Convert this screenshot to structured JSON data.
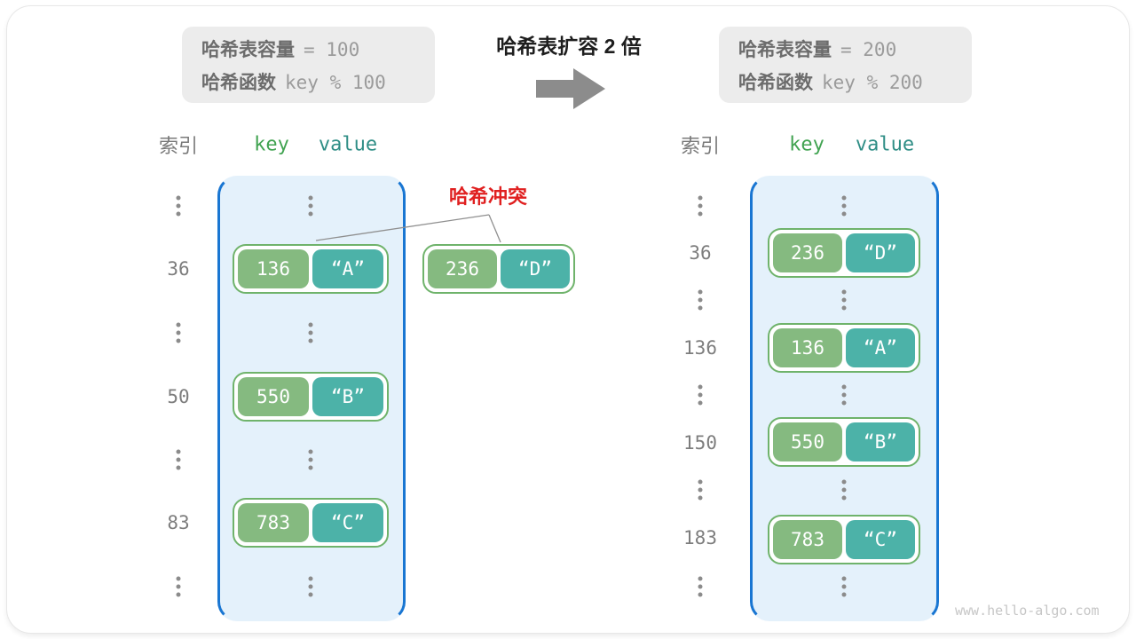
{
  "before_box": {
    "line1_label": "哈希表容量",
    "line1_value": "= 100",
    "line2_label": "哈希函数",
    "line2_value": "key % 100"
  },
  "transform": {
    "title": "哈希表扩容 2 倍",
    "arrow_icon": "right-arrow"
  },
  "after_box": {
    "line1_label": "哈希表容量",
    "line1_value": "= 200",
    "line2_label": "哈希函数",
    "line2_value": "key % 200"
  },
  "left_table": {
    "index_header": "索引",
    "key_header": "key",
    "value_header": "value",
    "rows": [
      {
        "index": "36",
        "key": "136",
        "value": "“A”"
      },
      {
        "index": "50",
        "key": "550",
        "value": "“B”"
      },
      {
        "index": "83",
        "key": "783",
        "value": "“C”"
      }
    ]
  },
  "collision": {
    "label": "哈希冲突",
    "pair": {
      "key": "236",
      "value": "“D”"
    }
  },
  "right_table": {
    "index_header": "索引",
    "key_header": "key",
    "value_header": "value",
    "rows": [
      {
        "index": "36",
        "key": "236",
        "value": "“D”"
      },
      {
        "index": "136",
        "key": "136",
        "value": "“A”"
      },
      {
        "index": "150",
        "key": "550",
        "value": "“B”"
      },
      {
        "index": "183",
        "key": "783",
        "value": "“C”"
      }
    ]
  },
  "watermark": "www.hello-algo.com",
  "colors": {
    "key_green": "#85ba80",
    "value_teal": "#4cb2a8",
    "pair_border": "#6fb36b",
    "bucket_border": "#1976d2",
    "bucket_fill": "#e4f1fb",
    "collision_red": "#e02020",
    "arrow_gray": "#8c8c8c",
    "infobox_gray": "#ececec"
  }
}
